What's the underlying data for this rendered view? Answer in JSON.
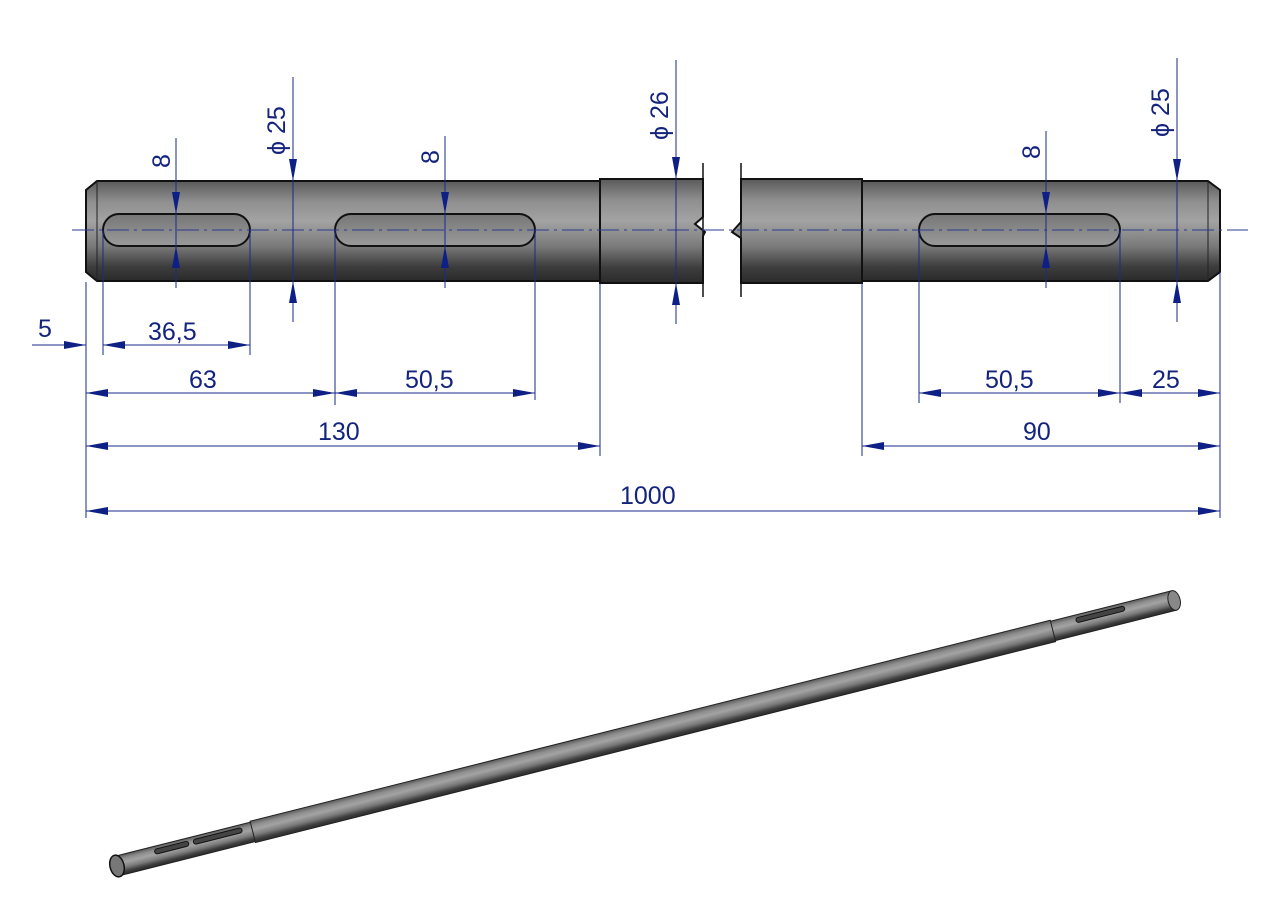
{
  "drawing": {
    "dimensions": {
      "chamfer": "5",
      "slot1_length": "36,5",
      "slot2_offset": "63",
      "slot2_length": "50,5",
      "step_left": "130",
      "total_length": "1000",
      "slot3_length": "50,5",
      "slot3_offset": "25",
      "step_right": "90",
      "slot1_width": "8",
      "slot2_width": "8",
      "slot3_width": "8",
      "dia_left": "ϕ 25",
      "dia_center": "ϕ 26",
      "dia_right": "ϕ 25"
    },
    "colors": {
      "dimension": "#13237e",
      "shaft": "#6e6e6e"
    }
  }
}
